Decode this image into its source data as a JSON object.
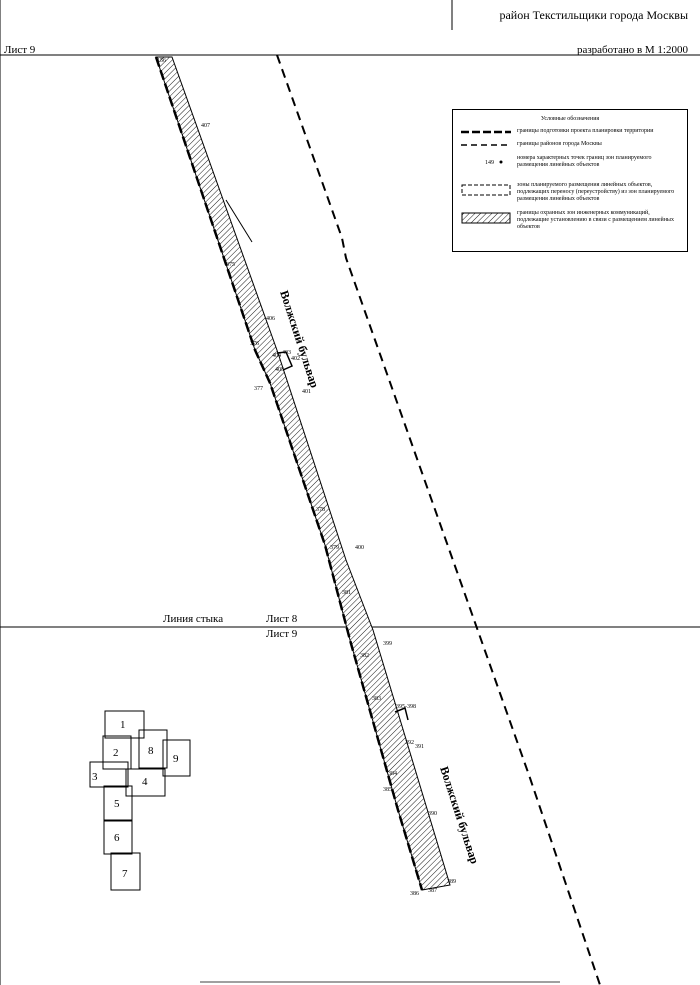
{
  "header": {
    "title": "район Текстильщики города Москвы",
    "sheet": "Лист 9",
    "scale": "разработано в М 1:2000"
  },
  "map_labels": {
    "street_upper": "Волжский бульвар",
    "street_lower": "Волжский бульвар",
    "join_line": "Линия стыка",
    "sheet_above": "Лист 8",
    "sheet_below": "Лист 9"
  },
  "legend": {
    "title": "Условные обозначения",
    "items": [
      {
        "symbol": "thick-dashed-line",
        "text": "границы подготовки проекта планировки территории"
      },
      {
        "symbol": "dashed-line",
        "text": "границы районов города Москвы"
      },
      {
        "symbol": "point-number",
        "sample": "149",
        "text": "номера характерных точек границ зон планируемого размещения линейных объектов"
      },
      {
        "symbol": "dashed-rectangle",
        "text": "зоны планируемого размещения линейных объектов, подлежащих переносу (переустройству) из зон планируемого размещения линейных объектов"
      },
      {
        "symbol": "hatched-rectangle",
        "text": "границы охранных зон инженерных коммуникаций, подлежащие установлению в связи с размещением линейных объектов"
      }
    ]
  },
  "point_labels": [
    "156",
    "407",
    "375",
    "406",
    "376",
    "403",
    "402",
    "404",
    "405",
    "377",
    "401",
    "378",
    "379",
    "400",
    "381",
    "399",
    "382",
    "383",
    "395-398",
    "392",
    "391",
    "384",
    "385",
    "390",
    "386",
    "387",
    "389"
  ],
  "inset_sheets": [
    "1",
    "2",
    "8",
    "9",
    "3",
    "4",
    "5",
    "6",
    "7"
  ],
  "colors": {
    "ink": "#000000",
    "paper": "#ffffff"
  }
}
